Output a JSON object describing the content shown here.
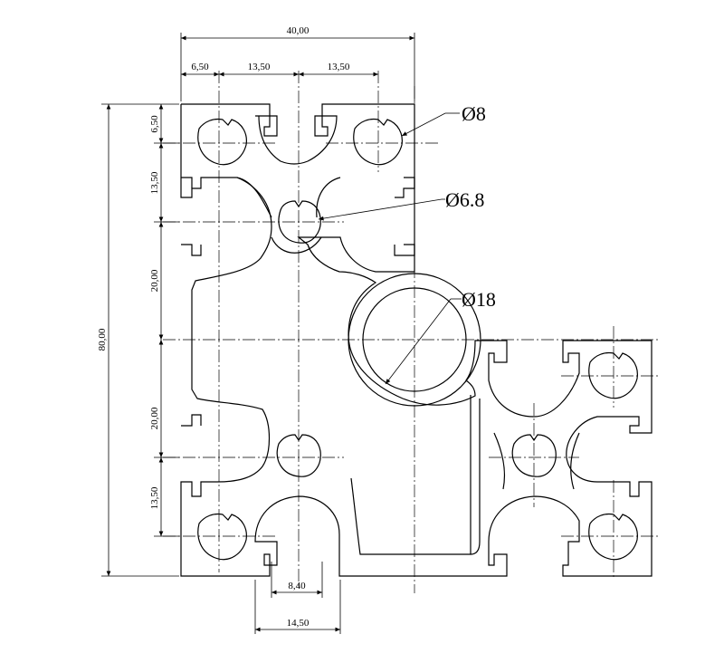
{
  "drawing": {
    "dimensions": {
      "overall_width": "40,00",
      "left_offset": "6,50",
      "pitch_a": "13,50",
      "pitch_b": "13,50",
      "top_offset": "6,50",
      "vertical_a": "13,50",
      "vertical_b": "20,00",
      "vertical_c": "20,00",
      "vertical_d": "13,50",
      "overall_height": "80,00",
      "slot_width": "8,40",
      "slot_outer_width": "14,50"
    },
    "callouts": {
      "hole_large": "Ø8",
      "hole_small": "Ø6.8",
      "core_bore": "Ø18"
    }
  }
}
